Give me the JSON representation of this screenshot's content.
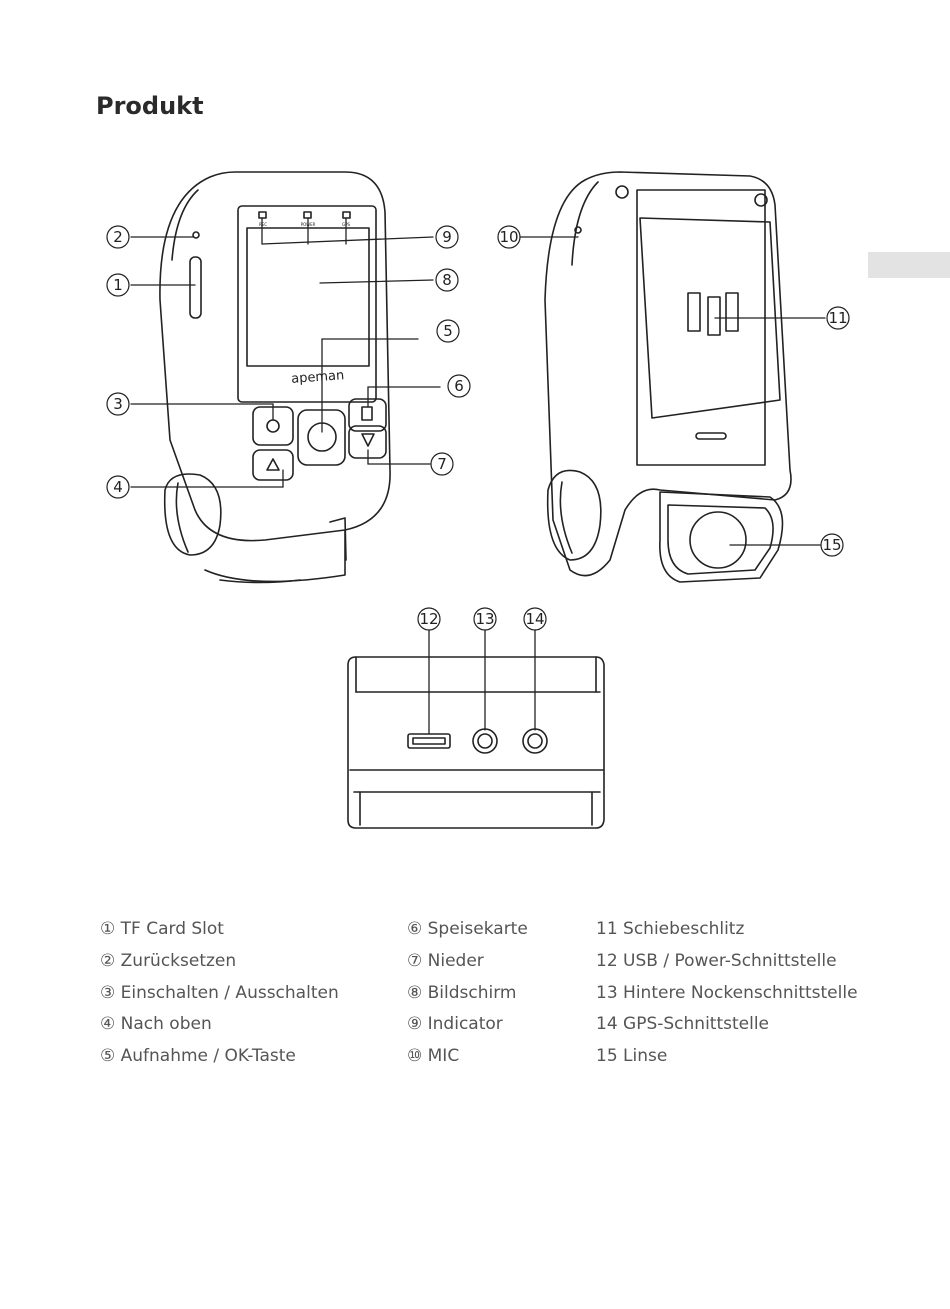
{
  "page": {
    "title": "Produkt"
  },
  "device": {
    "brand": "apeman",
    "led_labels": [
      "REC",
      "POWER",
      "GPS"
    ]
  },
  "callouts": [
    "1",
    "2",
    "3",
    "4",
    "5",
    "6",
    "7",
    "8",
    "9",
    "10",
    "11",
    "12",
    "13",
    "14",
    "15"
  ],
  "legend": {
    "col1": [
      "① TF Card Slot",
      "② Zurücksetzen",
      "③ Einschalten / Ausschalten",
      "④ Nach oben",
      "⑤ Aufnahme / OK-Taste"
    ],
    "col2": [
      "⑥ Speisekarte",
      "⑦ Nieder",
      "⑧ Bildschirm",
      "⑨ Indicator",
      "⑩ MIC"
    ],
    "col3": [
      "11 Schiebeschlitz",
      "12 USB / Power-Schnittstelle",
      "13 Hintere Nockenschnittstelle",
      "14 GPS-Schnittstelle",
      "15 Linse"
    ]
  }
}
